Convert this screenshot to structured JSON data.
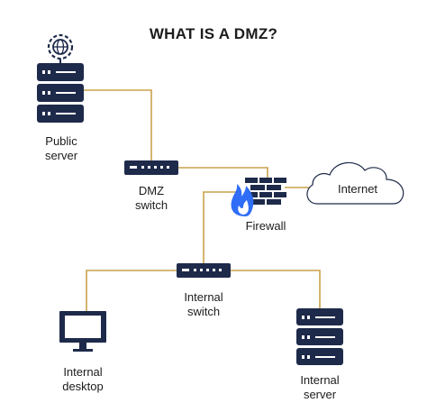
{
  "title": "WHAT IS A DMZ?",
  "colors": {
    "device_fill": "#1e2a4a",
    "device_accent": "#ffffff",
    "connector": "#c9a24a",
    "flame": "#2f6df6",
    "cloud_fill": "#ffffff",
    "cloud_stroke": "#1e2a4a"
  },
  "nodes": {
    "public_server": {
      "label": "Public\nserver",
      "icon": "server-rack-icon",
      "badge_icon": "globe-gear-icon"
    },
    "dmz_switch": {
      "label": "DMZ\nswitch",
      "icon": "network-switch-icon"
    },
    "firewall": {
      "label": "Firewall",
      "icon": "firewall-icon"
    },
    "internet": {
      "label": "Internet",
      "icon": "cloud-icon"
    },
    "internal_switch": {
      "label": "Internal\nswitch",
      "icon": "network-switch-icon"
    },
    "internal_desktop": {
      "label": "Internal\ndesktop",
      "icon": "desktop-monitor-icon"
    },
    "internal_server": {
      "label": "Internal\nserver",
      "icon": "server-rack-icon"
    }
  },
  "connections": [
    [
      "public_server",
      "dmz_switch"
    ],
    [
      "dmz_switch",
      "firewall"
    ],
    [
      "firewall",
      "internal_switch"
    ],
    [
      "firewall",
      "internet"
    ],
    [
      "internal_switch",
      "internal_desktop"
    ],
    [
      "internal_switch",
      "internal_server"
    ]
  ]
}
